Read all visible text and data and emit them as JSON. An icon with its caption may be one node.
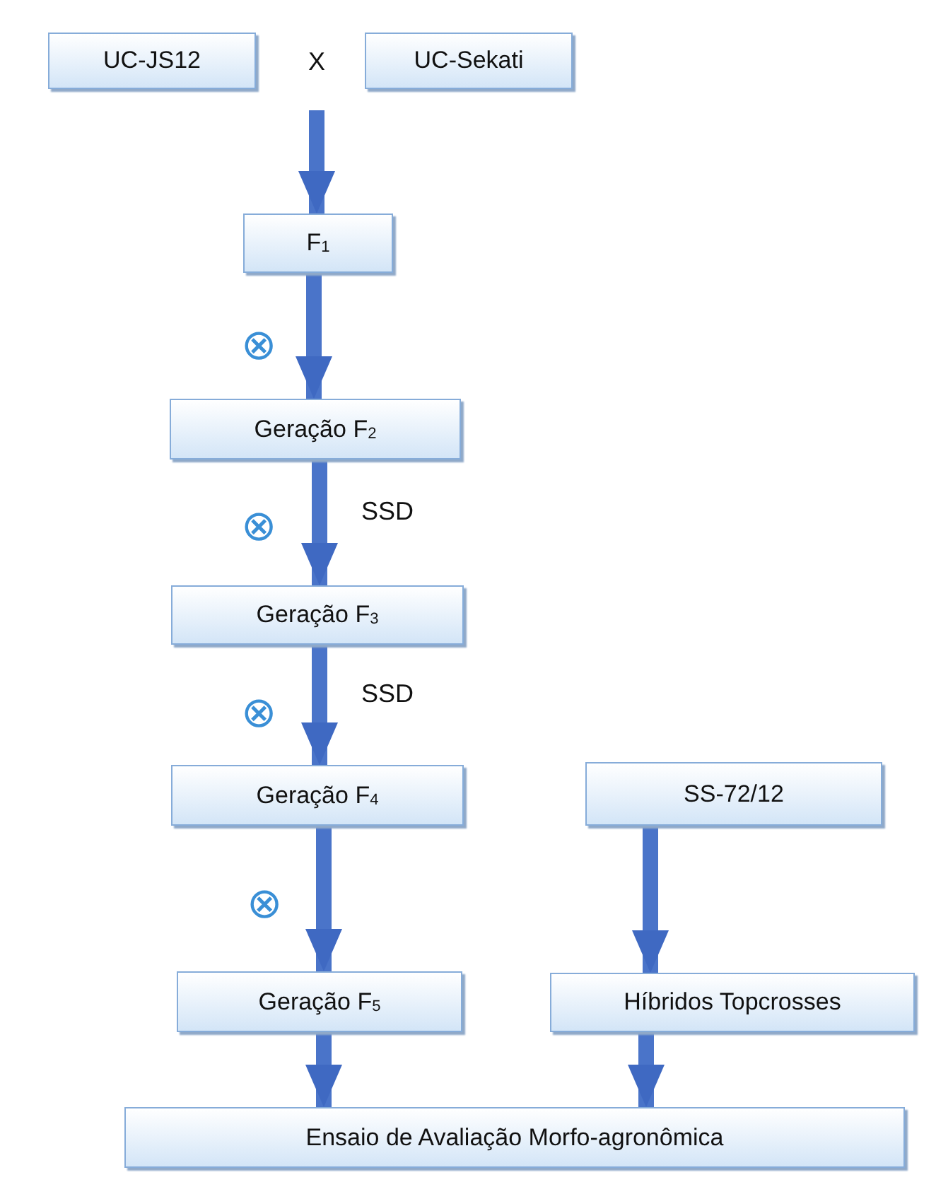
{
  "diagram": {
    "nodes": [
      {
        "text": [
          "UC-JS12"
        ]
      },
      {
        "text": [
          "UC-Sekati"
        ]
      },
      {
        "text": [
          "F$_{1}$"
        ]
      },
      {
        "text": [
          "Geração F$_{2}$"
        ]
      },
      {
        "text": [
          "Geração F$_{3}$"
        ]
      },
      {
        "text": [
          "Geração F$_{4}$"
        ]
      },
      {
        "text": [
          "SS-72/12"
        ]
      },
      {
        "text": [
          "Geração F$_{5}$"
        ]
      },
      {
        "text": [
          "Híbridos Topcrosses"
        ]
      },
      {
        "text": [
          "Ensaio de Avaliação Morfo-agronômica"
        ]
      }
    ],
    "edges": [
      {
        "from": null,
        "to": 2,
        "arrow": "to"
      },
      {
        "from": 2,
        "to": 3,
        "arrow": "to"
      },
      {
        "from": 3,
        "to": 4,
        "arrow": "to",
        "label": "SSD"
      },
      {
        "from": 4,
        "to": 5,
        "arrow": "to",
        "label": "SSD"
      },
      {
        "from": 5,
        "to": 7,
        "arrow": "to"
      },
      {
        "from": 6,
        "to": 8,
        "arrow": "to"
      },
      {
        "from": 7,
        "to": 9,
        "arrow": "to"
      },
      {
        "from": 8,
        "to": 9,
        "arrow": "to"
      }
    ],
    "labels": [
      "X",
      "⊗",
      "⊗",
      "⊗",
      "⊗"
    ]
  }
}
